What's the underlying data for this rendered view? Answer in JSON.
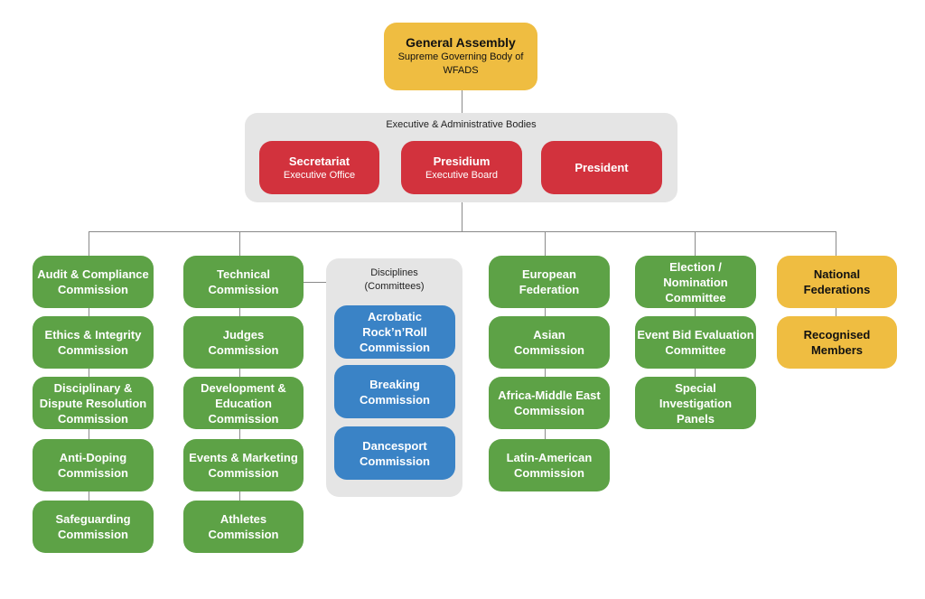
{
  "colors": {
    "assembly": "#EFBD41",
    "executive": "#D2323D",
    "commission": "#5DA246",
    "discipline": "#3A83C6",
    "members": "#EFBD41",
    "container": "#E5E5E5",
    "connector": "#8A8A8A"
  },
  "general_assembly": {
    "title": "General Assembly",
    "subtitle": "Supreme Governing Body of\nWFADS"
  },
  "executive": {
    "label": "Executive & Administrative Bodies",
    "bodies": [
      {
        "title": "Secretariat",
        "subtitle": "Executive Office"
      },
      {
        "title": "Presidium",
        "subtitle": "Executive Board"
      },
      {
        "title": "President",
        "subtitle": ""
      }
    ]
  },
  "columns": {
    "integrity": [
      "Audit & Compliance\nCommission",
      "Ethics & Integrity\nCommission",
      "Disciplinary &\nDispute Resolution\nCommission",
      "Anti-Doping\nCommission",
      "Safeguarding\nCommission"
    ],
    "technical": [
      "Technical\nCommission",
      "Judges\nCommission",
      "Development &\nEducation\nCommission",
      "Events & Marketing\nCommission",
      "Athletes\nCommission"
    ],
    "disciplines": {
      "label": "Disciplines\n(Committees)",
      "items": [
        "Acrobatic\nRock’n’Roll\nCommission",
        "Breaking\nCommission",
        "Dancesport\nCommission"
      ]
    },
    "continental": [
      "European\nFederation",
      "Asian\nCommission",
      "Africa-Middle East\nCommission",
      "Latin-American\nCommission"
    ],
    "committees": [
      "Election /\nNomination\nCommittee",
      "Event Bid Evaluation\nCommittee",
      "Special\nInvestigation\nPanels"
    ],
    "members": [
      "National\nFederations",
      "Recognised\nMembers"
    ]
  }
}
